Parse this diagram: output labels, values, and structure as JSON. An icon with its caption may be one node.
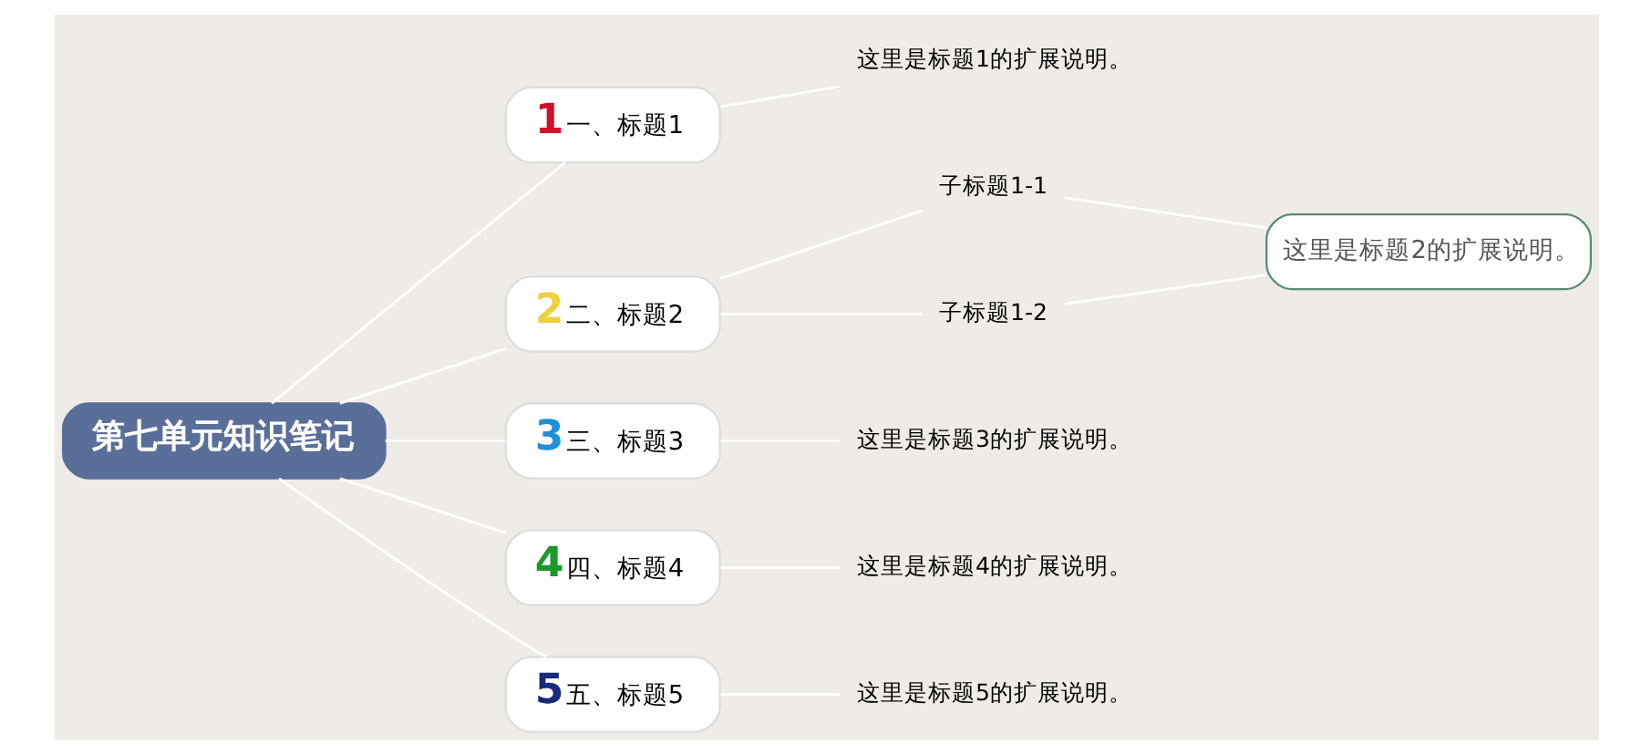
{
  "diagram": {
    "nodes": [
      {
        "text": [
          "第七单元知识笔记"
        ]
      },
      {
        "text": [
          "1",
          "一、标题1"
        ]
      },
      {
        "text": [
          "这里是标题1的扩展说明。"
        ]
      },
      {
        "text": [
          "2",
          "二、标题2"
        ]
      },
      {
        "text": [
          "子标题1-1"
        ]
      },
      {
        "text": [
          "子标题1-2"
        ]
      },
      {
        "text": [
          "这里是标题2的扩展说明。"
        ]
      },
      {
        "text": [
          "3",
          "三、标题3"
        ]
      },
      {
        "text": [
          "这里是标题3的扩展说明。"
        ]
      },
      {
        "text": [
          "4",
          "四、标题4"
        ]
      },
      {
        "text": [
          "这里是标题4的扩展说明。"
        ]
      },
      {
        "text": [
          "5",
          "五、标题5"
        ]
      },
      {
        "text": [
          "这里是标题5的扩展说明。"
        ]
      }
    ],
    "edges": [
      {
        "from": 0,
        "to": 1,
        "arrow": "none"
      },
      {
        "from": 1,
        "to": 2,
        "arrow": "none"
      },
      {
        "from": 0,
        "to": 3,
        "arrow": "none"
      },
      {
        "from": 3,
        "to": 4,
        "arrow": "none"
      },
      {
        "from": 3,
        "to": 5,
        "arrow": "none"
      },
      {
        "from": 4,
        "to": 6,
        "arrow": "none"
      },
      {
        "from": 5,
        "to": 6,
        "arrow": "none"
      },
      {
        "from": 0,
        "to": 7,
        "arrow": "none"
      },
      {
        "from": 7,
        "to": 8,
        "arrow": "none"
      },
      {
        "from": 0,
        "to": 9,
        "arrow": "none"
      },
      {
        "from": 9,
        "to": 10,
        "arrow": "none"
      },
      {
        "from": 0,
        "to": 11,
        "arrow": "none"
      },
      {
        "from": 11,
        "to": 12,
        "arrow": "none"
      }
    ]
  }
}
